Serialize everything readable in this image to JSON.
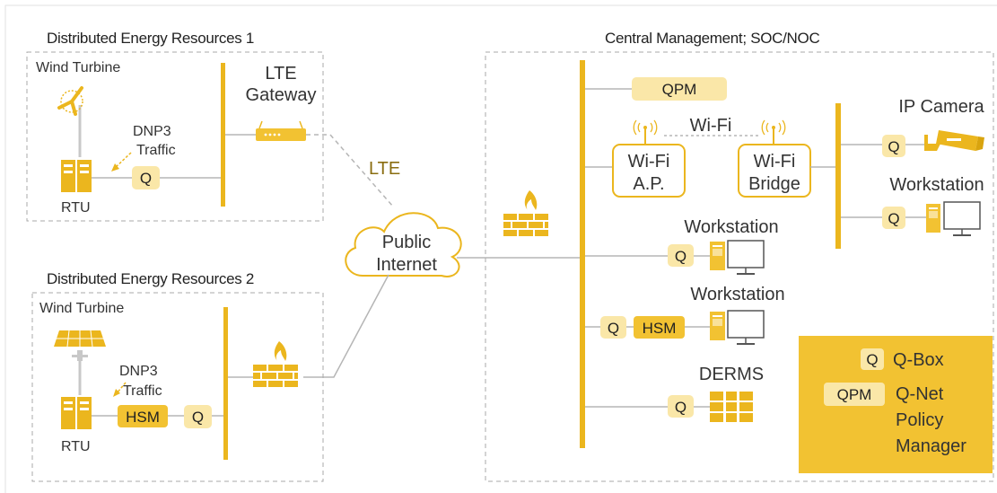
{
  "colors": {
    "accent": "#EBB61E",
    "light_fill": "#FAE7A8",
    "legend_fill": "#F2C232",
    "line": "#B5B5B5",
    "text": "#333333"
  },
  "der1": {
    "title": "Distributed Energy Resources 1",
    "turbine_label": "Wind Turbine",
    "gateway_label_1": "LTE",
    "gateway_label_2": "Gateway",
    "traffic_label_1": "DNP3",
    "traffic_label_2": "Traffic",
    "qbox": "Q",
    "rtu_label": "RTU"
  },
  "der2": {
    "title": "Distributed Energy Resources 2",
    "turbine_label": "Wind Turbine",
    "traffic_label_1": "DNP3",
    "traffic_label_2": "Traffic",
    "hsm": "HSM",
    "qbox": "Q",
    "rtu_label": "RTU"
  },
  "lte_label": "LTE",
  "internet": {
    "line1": "Public",
    "line2": "Internet"
  },
  "central": {
    "title": "Central Management; SOC/NOC",
    "qpm": "QPM",
    "wifi_link": "Wi-Fi",
    "wifi_ap_1": "Wi-Fi",
    "wifi_ap_2": "A.P.",
    "wifi_bridge_1": "Wi-Fi",
    "wifi_bridge_2": "Bridge",
    "ip_camera": "IP Camera",
    "q_camera": "Q",
    "workstation_right": "Workstation",
    "q_ws_right": "Q",
    "workstation_1": "Workstation",
    "q_ws1": "Q",
    "workstation_2": "Workstation",
    "q_ws2": "Q",
    "hsm": "HSM",
    "derms": "DERMS",
    "q_derms": "Q"
  },
  "legend": {
    "q_symbol": "Q",
    "q_text": "Q-Box",
    "qpm_symbol": "QPM",
    "qpm_line1": "Q-Net",
    "qpm_line2": "Policy",
    "qpm_line3": "Manager"
  }
}
